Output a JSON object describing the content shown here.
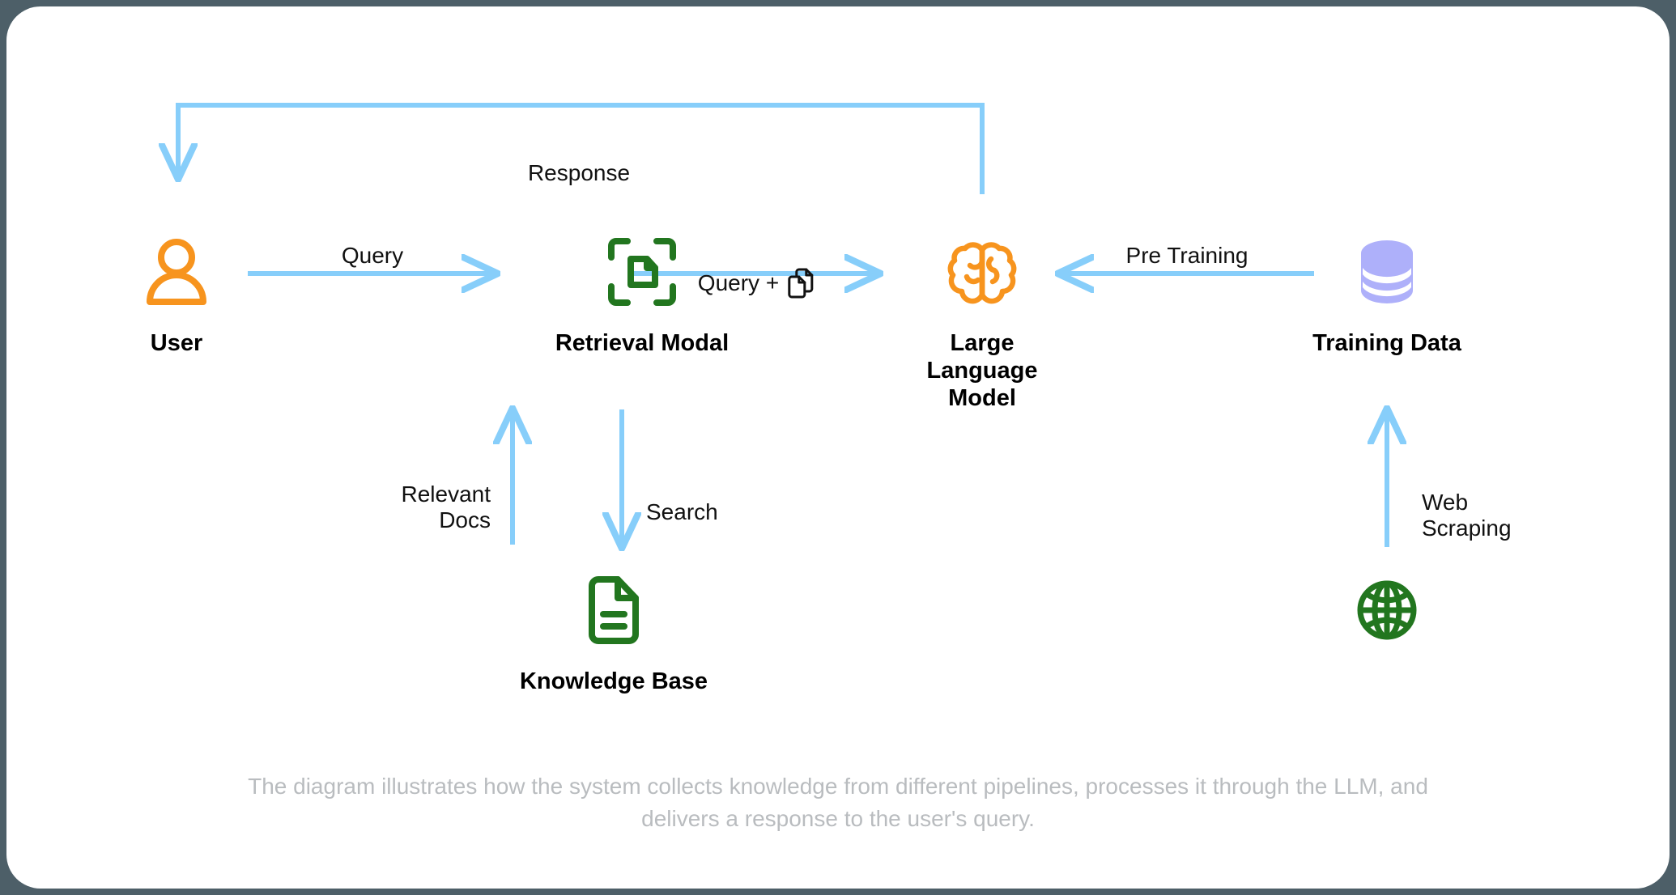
{
  "page": {
    "background_color": "#4d5f68",
    "canvas_color": "#ffffff",
    "arrow_color": "#87cefa",
    "caption": "The  diagram illustrates how the system collects knowledge from different pipelines, processes it through the LLM, and delivers a response to the user's query.",
    "caption_color": "#b9bcbf"
  },
  "nodes": [
    {
      "id": "user",
      "label": "User",
      "icon": "user-icon",
      "icon_color": "#f7941e"
    },
    {
      "id": "retrieval-modal",
      "label": "Retrieval Modal",
      "icon": "document-scan-icon",
      "icon_color": "#22761f"
    },
    {
      "id": "llm",
      "label": "Large\nLanguage\nModel",
      "icon": "brain-icon",
      "icon_color": "#f7941e"
    },
    {
      "id": "training-data",
      "label": "Training Data",
      "icon": "database-icon",
      "icon_color": "#aeb0fa"
    },
    {
      "id": "knowledge-base",
      "label": "Knowledge Base",
      "icon": "document-lines-icon",
      "icon_color": "#22761f"
    },
    {
      "id": "web",
      "label": "",
      "icon": "globe-icon",
      "icon_color": "#22761f"
    }
  ],
  "edges": [
    {
      "id": "query",
      "label": "Query",
      "from": "user",
      "to": "retrieval-modal",
      "direction": "right"
    },
    {
      "id": "query-plus",
      "label": "Query +",
      "from": "retrieval-modal",
      "to": "llm",
      "direction": "right",
      "icon": "copy-documents-icon"
    },
    {
      "id": "pre-training",
      "label": "Pre Training",
      "from": "training-data",
      "to": "llm",
      "direction": "left"
    },
    {
      "id": "response",
      "label": "Response",
      "from": "llm",
      "to": "user",
      "direction": "elbow-down-left"
    },
    {
      "id": "relevant-docs",
      "label": "Relevant\nDocs",
      "from": "knowledge-base",
      "to": "retrieval-modal",
      "direction": "up"
    },
    {
      "id": "search",
      "label": "Search",
      "from": "retrieval-modal",
      "to": "knowledge-base",
      "direction": "down"
    },
    {
      "id": "web-scraping",
      "label": "Web\nScraping",
      "from": "web",
      "to": "training-data",
      "direction": "up"
    }
  ]
}
